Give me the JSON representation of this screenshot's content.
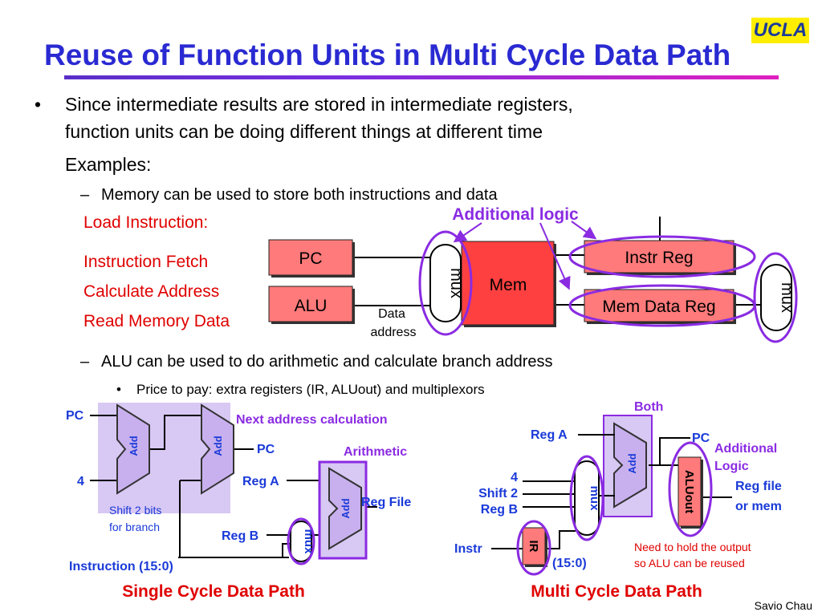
{
  "slide": {
    "title": "Reuse of Function Units in Multi Cycle Data Path",
    "logo_text": "UCLA",
    "author": "Savio Chau"
  },
  "bullets": {
    "b1_line1": "Since intermediate results are stored in intermediate registers,",
    "b1_line2": "function units can be doing different things at different time",
    "examples": "Examples:",
    "sub1": "Memory can be used to store both instructions and data",
    "sub2": "ALU can be used to do arithmetic and calculate branch address",
    "subsub1": "Price to pay: extra registers (IR, ALUout) and multiplexors",
    "bullet_glyph": "•",
    "dash_glyph": "–",
    "small_bullet_glyph": "•"
  },
  "load_instruction": {
    "heading": "Load Instruction:",
    "steps": [
      "Instruction Fetch",
      "Calculate Address",
      "Read Memory Data"
    ]
  },
  "memory_diagram": {
    "pc": "PC",
    "alu": "ALU",
    "mux_left": "mux",
    "mem": "Mem",
    "instr_reg": "Instr Reg",
    "mem_data_reg": "Mem Data Reg",
    "mux_right": "mux",
    "data_address_line1": "Data",
    "data_address_line2": "address",
    "additional_logic": "Additional logic"
  },
  "single_cycle": {
    "pc_in": "PC",
    "four": "4",
    "add1": "Add",
    "add2": "Add",
    "next_address": "Next address calculation",
    "pc_out": "PC",
    "shift_line1": "Shift 2 bits",
    "shift_line2": "for branch",
    "instruction": "Instruction (15:0)",
    "arithmetic": "Arithmetic",
    "reg_a": "Reg A",
    "reg_b": "Reg B",
    "reg_file": "Reg File",
    "add3": "Add",
    "mux": "mux",
    "caption": "Single Cycle Data Path"
  },
  "multi_cycle": {
    "both": "Both",
    "reg_a": "Reg A",
    "four": "4",
    "shift2": "Shift 2",
    "reg_b": "Reg B",
    "mux": "mux",
    "add": "Add",
    "pc": "PC",
    "additional_line1": "Additional",
    "additional_line2": "Logic",
    "aluout": "ALUout",
    "reg_file_line1": "Reg file",
    "reg_file_line2": "or mem",
    "instr": "Instr",
    "ir": "IR",
    "bits": "(15:0)",
    "note_line1": "Need to hold the output",
    "note_line2": "so ALU can be reused",
    "caption": "Multi Cycle Data Path"
  },
  "colors": {
    "title": "#2a2ad2",
    "accent_red": "#e00000",
    "register_fill": "#ff7a7a",
    "mem_fill": "#ff4040",
    "purple": "#8a2be2",
    "lavender": "#d8c8f4",
    "blue_label": "#1a3ad8"
  }
}
